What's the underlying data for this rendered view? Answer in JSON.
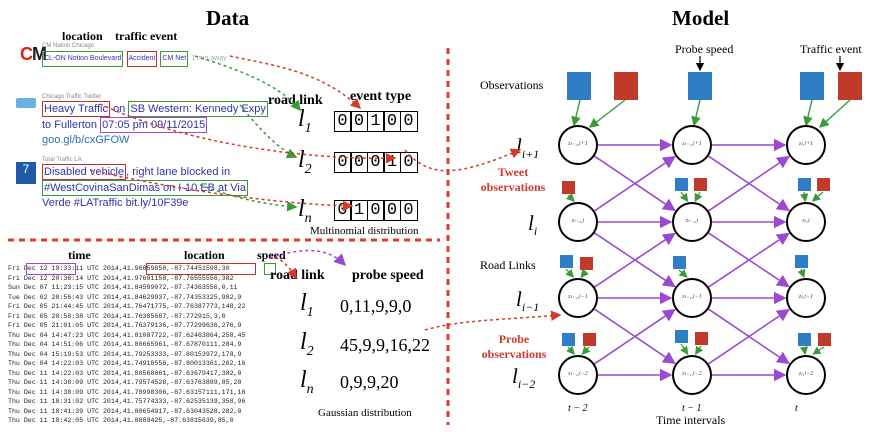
{
  "data_panel": {
    "title": "Data",
    "location_label": "location",
    "traffic_event_label": "traffic event",
    "road_link_label": "road link",
    "event_type_label": "event type",
    "tweets": [
      {
        "source": "CM Nation Chicago",
        "seg1": "CL-ON Notion Boulevard",
        "seg2": "Accident",
        "seg3": "CM Net",
        "rest": "1 min away"
      },
      {
        "source": "Chicago Traffic Twitter",
        "seg1": "Heavy Traffic",
        "seg2": "on",
        "seg3": "SB Western: Kennedy Expy",
        "line2a": "to Fullerton",
        "line2b": "07:05 pm 09/11/2015",
        "line3": "goo.gl/b/cxGFOW"
      },
      {
        "source": "Total Traffic LA",
        "seg1": "Disabled vehicle",
        "seg2": ", right lane blocked in",
        "line2": "#WestCovinaSanDimas on I-10 EB at Via",
        "line3": "Verde #LATraffic bit.ly/10F39e"
      }
    ],
    "links": [
      {
        "name": "l",
        "sub": "1",
        "vector": [
          "0",
          "0",
          "1",
          "0",
          "0"
        ]
      },
      {
        "name": "l",
        "sub": "2",
        "vector": [
          "0",
          "0",
          "0",
          "1",
          "0"
        ]
      },
      {
        "name": "l",
        "sub": "n",
        "vector": [
          "0",
          "1",
          "0",
          "0",
          "0"
        ]
      }
    ],
    "multinomial_caption": "Multinomial distribution",
    "probe_headers": {
      "time": "time",
      "location": "location",
      "speed": "speed"
    },
    "probe_log": [
      "Fri Dec 12 19:33:11 UTC 2014,41.96859858,-87.74451598,30",
      "Fri Dec 12 20:36:14 UTC 2014,41.97601158,-87.76555556,382",
      "Sun Dec 07 11:23:15 UTC 2014,41.84599072,-87.74363556,0,11",
      "Tue Dec 02 20:56:43 UTC 2014,41.84629937,-87.74353325,982,9",
      "Fri Dec 05 21:44:45 UTC 2014,41.76471775,-87.76387773,148,22",
      "Fri Dec 05 20:58:38 UTC 2014,41.76385667,-87.772915,3,0",
      "Fri Dec 05 21:01:05 UTC 2014,41.76379136,-87.77299636,276,9",
      "Thu Dec 04 14:47:23 UTC 2014,41.81087722,-87.62463864,258,45",
      "Thu Dec 04 14:51:06 UTC 2014,41.86665961,-87.67870111,284,9",
      "Thu Dec 04 15:19:53 UTC 2014,41.79253333,-87.80153972,178,9",
      "Thu Dec 04 14:22:03 UTC 2014,41.74918556,-87.80013361,262,16",
      "Thu Dec 11 14:22:03 UTC 2014,41.80568061,-87.63679417,382,0",
      "Thu Dec 11 14:38:09 UTC 2014,41.79574528,-87.63763889,85,20",
      "Thu Dec 11 14:38:09 UTC 2014,41.78998306,-87.63157111,171,16",
      "Thu Dec 11 18:31:02 UTC 2014,41.75774333,-87.62535139,358,96",
      "Thu Dec 11 18:41:39 UTC 2014,41.80654917,-87.63043528,282,0",
      "Thu Dec 11 18:42:05 UTC 2014,41.8089425,-87.63815639,85,0"
    ],
    "probe_speed_header": "probe speed",
    "probe_road_link_header": "road link",
    "probe_rows": [
      {
        "name": "l",
        "sub": "1",
        "speeds": "0,11,9,9,0"
      },
      {
        "name": "l",
        "sub": "2",
        "speeds": "45,9,9,16,22"
      },
      {
        "name": "l",
        "sub": "n",
        "speeds": "0,9,9,20"
      }
    ],
    "gaussian_caption": "Gaussian distribution"
  },
  "model_panel": {
    "title": "Model",
    "observations_label": "Observations",
    "probe_speed_label": "Probe speed",
    "traffic_event_label": "Traffic event",
    "tweet_observations_label": "Tweet observations",
    "probe_observations_label": "Probe observations",
    "road_links_label": "Road Links",
    "time_intervals_label": "Time intervals",
    "row_labels": [
      {
        "name": "l",
        "sub": "i+1"
      },
      {
        "name": "l",
        "sub": "i"
      },
      {
        "name": "l",
        "sub": "i−1"
      },
      {
        "name": "l",
        "sub": "i−2"
      }
    ],
    "time_labels": [
      "t − 2",
      "t − 1",
      "t"
    ],
    "node_labels": [
      [
        "zₜ₋₂,i+1",
        "zₜ₋₁,i+1",
        "zₜ,i+1"
      ],
      [
        "zₜ₋₂,i",
        "zₜ₋₁,i",
        "zₜ,i"
      ],
      [
        "zₜ₋₂,i−1",
        "zₜ₋₁,i−1",
        "zₜ,i−1"
      ],
      [
        "zₜ₋₂,i−2",
        "zₜ₋₁,i−2",
        "zₜ,i−2"
      ]
    ]
  },
  "colors": {
    "blue": "#2e7dc5",
    "red": "#c0392b",
    "purple": "#9a4ad0",
    "green": "#3a9a3a",
    "dashed_red": "#e23b2b"
  }
}
